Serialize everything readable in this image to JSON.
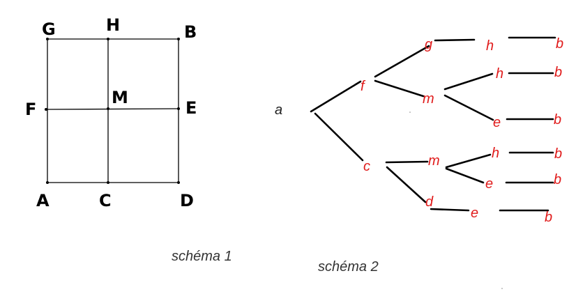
{
  "schema1": {
    "caption": "schéma 1",
    "vertices": {
      "G": "G",
      "H": "H",
      "B": "B",
      "F": "F",
      "M": "M",
      "E": "E",
      "A": "A",
      "C": "C",
      "D": "D"
    }
  },
  "schema2": {
    "caption": "schéma 2",
    "root": "a",
    "nodes": {
      "f": "f",
      "c": "c",
      "g": "g",
      "m1": "m",
      "m2": "m",
      "d": "d",
      "h1": "h",
      "h2": "h",
      "h3": "h",
      "e1": "e",
      "e2": "e",
      "e3": "e",
      "b1": "b",
      "b2": "b",
      "b3": "b",
      "b4": "b",
      "b5": "b",
      "b6": "b"
    },
    "colors": {
      "root": "#222222",
      "node": "#e01b1b",
      "edge": "#000000"
    }
  }
}
